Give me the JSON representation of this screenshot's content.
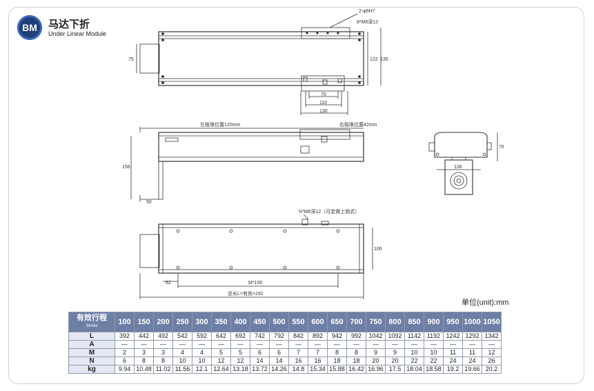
{
  "brand": {
    "logo_text": "BM",
    "title": "马达下折",
    "subtitle": "Under Linear Module"
  },
  "top_view": {
    "hole_note": "2-φ6H7",
    "thread_note": "8*M6深12",
    "dim_height_left": "75",
    "dim_122": "122",
    "dim_135": "135",
    "dim_70": "70",
    "dim_110": "110",
    "dim_130": "130"
  },
  "side_view": {
    "left_limit": "左极限位置120mm",
    "right_limit": "右极限位置42mm",
    "dim_156": "156",
    "dim_50": "50"
  },
  "end_view": {
    "dim_76": "76",
    "dim_136": "136"
  },
  "bottom_view": {
    "thread_note": "N*M6深12（可定做上锁式）",
    "dim_106": "106",
    "dim_62": "62",
    "pitch": "M*100",
    "total_length": "总长L=有效+292"
  },
  "unit_label": "单位(unit):mm",
  "spec_table": {
    "header_label": "有效行程",
    "header_sub": "Stroke",
    "strokes": [
      "100",
      "150",
      "200",
      "250",
      "300",
      "350",
      "400",
      "450",
      "500",
      "550",
      "600",
      "650",
      "700",
      "750",
      "800",
      "850",
      "900",
      "950",
      "1000",
      "1050"
    ],
    "rows": [
      {
        "label": "L",
        "values": [
          "392",
          "442",
          "492",
          "542",
          "592",
          "642",
          "692",
          "742",
          "792",
          "842",
          "892",
          "942",
          "992",
          "1042",
          "1092",
          "1142",
          "1192",
          "1242",
          "1292",
          "1342"
        ]
      },
      {
        "label": "A",
        "values": [
          "—",
          "—",
          "—",
          "—",
          "—",
          "—",
          "—",
          "—",
          "—",
          "—",
          "—",
          "—",
          "—",
          "—",
          "—",
          "—",
          "—",
          "—",
          "—",
          "—"
        ]
      },
      {
        "label": "M",
        "values": [
          "2",
          "3",
          "3",
          "4",
          "4",
          "5",
          "5",
          "6",
          "6",
          "7",
          "7",
          "8",
          "8",
          "9",
          "9",
          "10",
          "10",
          "11",
          "11",
          "12"
        ]
      },
      {
        "label": "N",
        "values": [
          "6",
          "8",
          "8",
          "10",
          "10",
          "12",
          "12",
          "14",
          "14",
          "16",
          "16",
          "18",
          "18",
          "20",
          "20",
          "22",
          "22",
          "24",
          "24",
          "26"
        ]
      },
      {
        "label": "kg",
        "values": [
          "9.94",
          "10.48",
          "11.02",
          "11.56",
          "12.1",
          "12.64",
          "13.18",
          "13.72",
          "14.26",
          "14.8",
          "15.34",
          "15.88",
          "16.42",
          "16.96",
          "17.5",
          "18.04",
          "18.58",
          "19.2",
          "19.66",
          "20.2"
        ]
      }
    ]
  }
}
